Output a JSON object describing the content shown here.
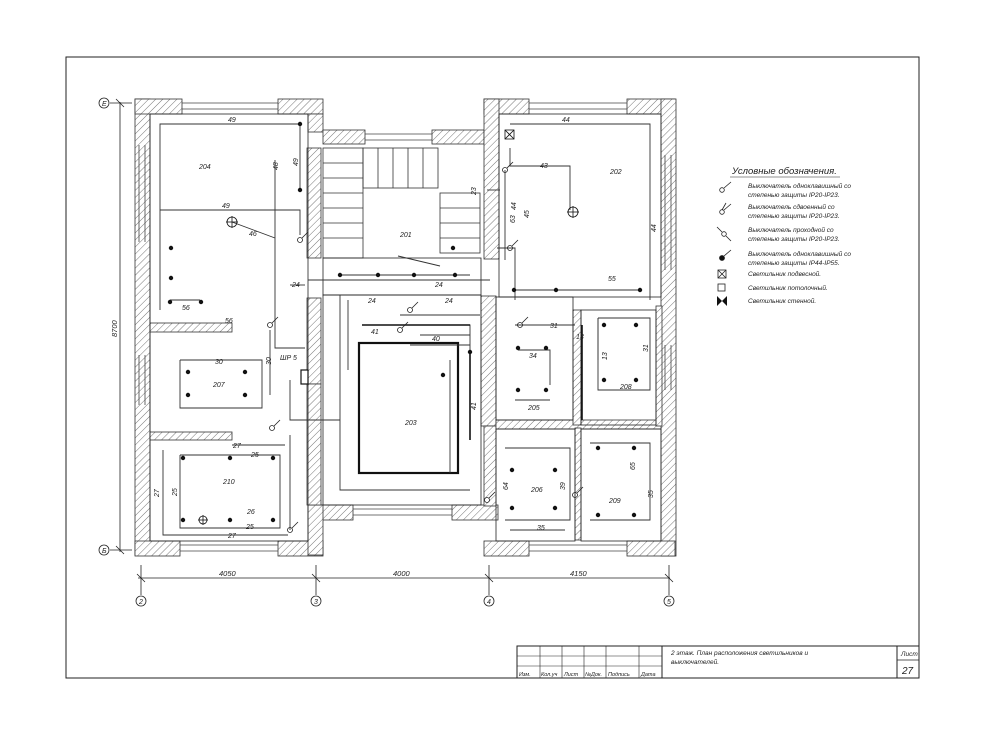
{
  "rooms": {
    "r201": "201",
    "r202": "202",
    "r203": "203",
    "r204": "204",
    "r205": "205",
    "r206": "206",
    "r207": "207",
    "r208": "208",
    "r209": "209",
    "r210": "210"
  },
  "panel_label": "ШР 5",
  "axes": {
    "row_top": "Е",
    "row_bottom": "Б",
    "col_2": "2",
    "col_3": "3",
    "col_4": "4",
    "col_5": "5"
  },
  "dimensions": {
    "width_1": "4050",
    "width_2": "4000",
    "width_3": "4150",
    "height": "8700"
  },
  "wire_labels": {
    "w49a": "49",
    "w49b": "49",
    "w49c": "49",
    "w48": "48",
    "w46": "46",
    "w56a": "56",
    "w56b": "56",
    "w24a": "24",
    "w24b": "24",
    "w24c": "24",
    "w24d": "24",
    "w30a": "30",
    "w30b": "30",
    "w27a": "27",
    "w27b": "27",
    "w27c": "27",
    "w25a": "25",
    "w25b": "25",
    "w25c": "25",
    "w26": "26",
    "w43": "43",
    "w44a": "44",
    "w44b": "44",
    "w44c": "44",
    "w45": "45",
    "w23": "23",
    "w63": "63",
    "w55": "55",
    "w41a": "41",
    "w41b": "41",
    "w40": "40",
    "w31a": "31",
    "w31b": "31",
    "w13a": "13",
    "w13b": "13",
    "w34": "34",
    "w35a": "35",
    "w35b": "35",
    "w39": "39",
    "w64": "64",
    "w65": "65"
  },
  "legend": {
    "title": "Условные обозначения.",
    "items": [
      {
        "l1": "Выключатель одноклавишный со",
        "l2": "степенью защиты IP20-IP23."
      },
      {
        "l1": "Выключатель сдвоенный  со",
        "l2": "степенью защиты IP20-IP23."
      },
      {
        "l1": "Выключатель проходной  со",
        "l2": "степенью защиты IP20-IP23."
      },
      {
        "l1": "Выключатель одноклавишный со",
        "l2": "степенью защиты IP44-IP55."
      },
      {
        "l1": "Светильник подвесной."
      },
      {
        "l1": "Светильник потолочный."
      },
      {
        "l1": "Светильник стенной."
      }
    ]
  },
  "title_block": {
    "title_l1": "2 этаж. План расположения светильников и",
    "title_l2": "выключателей.",
    "sheet_label": "Лист",
    "sheet_no": "27",
    "cols": [
      "Изм.",
      "Кол.уч",
      "Лист",
      "№Док.",
      "Подпись",
      "Дата"
    ]
  }
}
